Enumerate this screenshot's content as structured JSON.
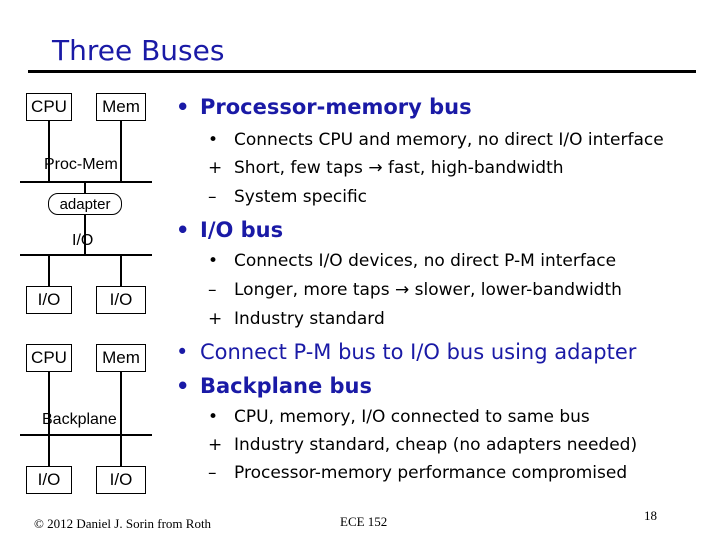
{
  "title": "Three Buses",
  "diagram": {
    "top": {
      "cpu": "CPU",
      "mem": "Mem",
      "bus_label": "Proc-Mem",
      "adapter": "adapter",
      "io_bus_label": "I/O",
      "io_left": "I/O",
      "io_right": "I/O"
    },
    "bottom": {
      "cpu": "CPU",
      "mem": "Mem",
      "bus_label": "Backplane",
      "io_left": "I/O",
      "io_right": "I/O"
    }
  },
  "bullets": [
    {
      "text": "Processor-memory bus",
      "subs": [
        {
          "marker": "•",
          "text": "Connects CPU and memory, no direct I/O interface"
        },
        {
          "marker": "+",
          "text": "Short, few taps → fast, high-bandwidth"
        },
        {
          "marker": "–",
          "text": "System specific"
        }
      ]
    },
    {
      "text": "I/O bus",
      "subs": [
        {
          "marker": "•",
          "text": "Connects I/O devices, no direct P-M interface"
        },
        {
          "marker": "–",
          "text": "Longer, more taps → slower, lower-bandwidth"
        },
        {
          "marker": "+",
          "text": "Industry standard"
        }
      ]
    },
    {
      "text": "Connect P-M bus to I/O bus using adapter",
      "subs": []
    },
    {
      "text": "Backplane bus",
      "subs": [
        {
          "marker": "•",
          "text": "CPU, memory, I/O connected to same bus"
        },
        {
          "marker": "+",
          "text": "Industry standard, cheap (no adapters needed)"
        },
        {
          "marker": "–",
          "text": "Processor-memory performance compromised"
        }
      ]
    }
  ],
  "bullet_marker": "•",
  "footer": {
    "copyright": "© 2012 Daniel J. Sorin from Roth",
    "course": "ECE 152",
    "page": "18"
  },
  "colors": {
    "title": "#1a1aa6",
    "bullet": "#1a1aa6"
  }
}
